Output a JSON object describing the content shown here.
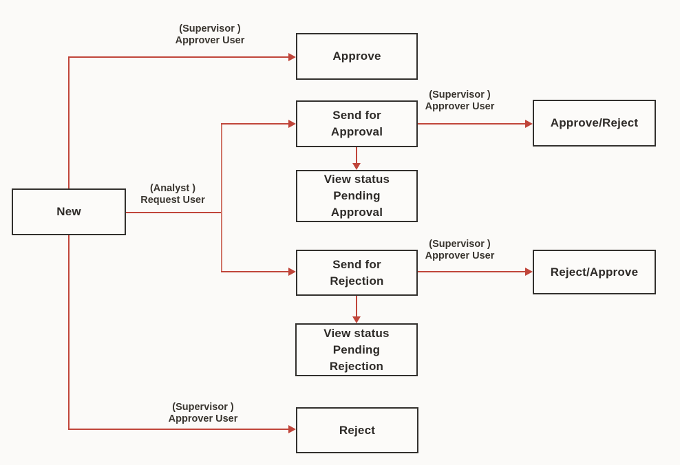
{
  "colors": {
    "background": "#fbfaf8",
    "node_fill": "#fcfbf9",
    "node_border": "#32302d",
    "node_text": "#2e2b28",
    "label_text": "#39352f",
    "line": "#c0453a",
    "line_light": "#d07466"
  },
  "nodes": {
    "new": {
      "label": "New"
    },
    "approve": {
      "label": "Approve"
    },
    "send_approval": {
      "label": "Send for\nApproval"
    },
    "approve_reject": {
      "label": "Approve/Reject"
    },
    "view_pending_approval": {
      "label": "View status\nPending\nApproval"
    },
    "send_rejection": {
      "label": "Send for\nRejection"
    },
    "reject_approve": {
      "label": "Reject/Approve"
    },
    "view_pending_rejection": {
      "label": "View status\nPending\nRejection"
    },
    "reject": {
      "label": "Reject"
    }
  },
  "edge_labels": {
    "new_to_approve": {
      "line1": "(Supervisor )",
      "line2": "Approver User"
    },
    "new_to_branches": {
      "line1": "(Analyst )",
      "line2": "Request User"
    },
    "approval_to_decision": {
      "line1": "(Supervisor )",
      "line2": "Approver User"
    },
    "rejection_to_decision": {
      "line1": "(Supervisor )",
      "line2": "Approver User"
    },
    "new_to_reject": {
      "line1": "(Supervisor )",
      "line2": "Approver User"
    }
  }
}
